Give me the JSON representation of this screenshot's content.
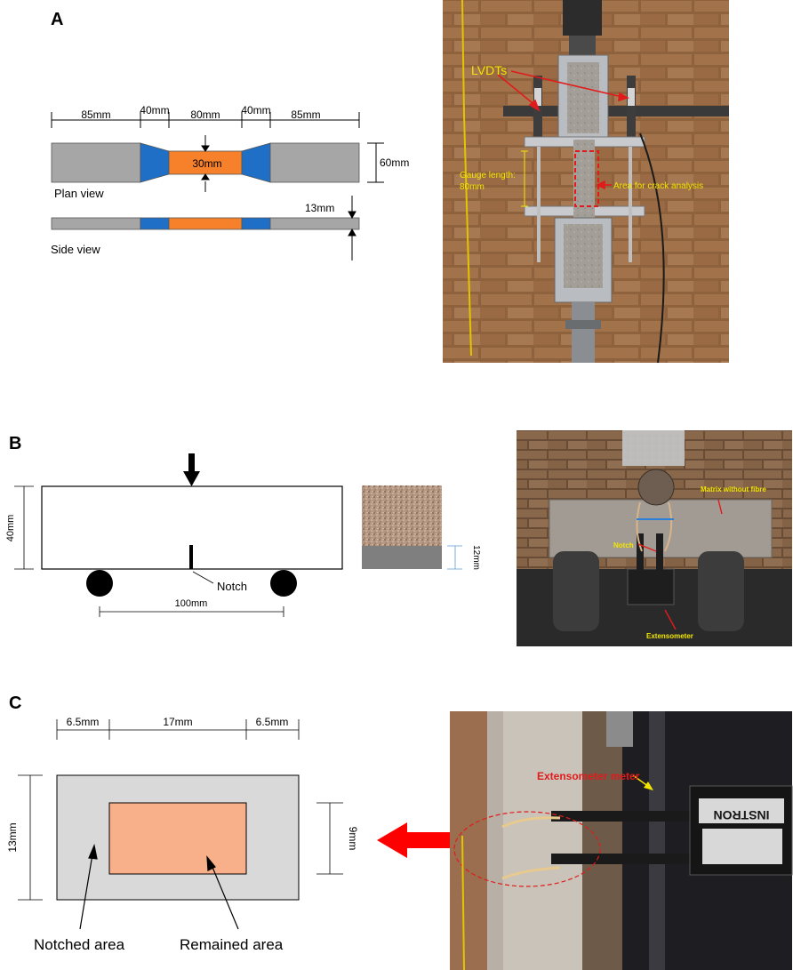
{
  "panels": {
    "a": {
      "letter": "A",
      "dims_top": [
        "85mm",
        "40mm",
        "80mm",
        "40mm",
        "85mm"
      ],
      "center_width": "30mm",
      "height": "60mm",
      "plan_view": "Plan view",
      "side_view": "Side view",
      "thickness": "13mm",
      "photo": {
        "lvdt_label": "LVDTs",
        "gauge_label_1": "Gauge length:",
        "gauge_label_2": "80mm",
        "crack_label": "Area for crack analysis"
      }
    },
    "b": {
      "letter": "B",
      "height": "40mm",
      "notch_label": "Notch",
      "span": "100mm",
      "notch_depth": "12mm",
      "photo": {
        "matrix_label": "Matrix without fibre",
        "notch_label": "Notch",
        "extensometer_label": "Extensometer"
      }
    },
    "c": {
      "letter": "C",
      "dims_top": [
        "6.5mm",
        "17mm",
        "6.5mm"
      ],
      "height": "13mm",
      "inner_height": "9mm",
      "notched_label": "Notched area",
      "remained_label": "Remained area",
      "photo": {
        "extensometer_label": "Extensometer meter",
        "brand": "INSTRON"
      }
    }
  },
  "colors": {
    "specimen_grey": "#a6a6a6",
    "taper_blue": "#1f6fc6",
    "gauge_orange": "#f7812a",
    "remained_area": "#f8b08a",
    "photo_label_yellow": "#f2e600",
    "photo_arrow_red": "#e11b1b"
  }
}
